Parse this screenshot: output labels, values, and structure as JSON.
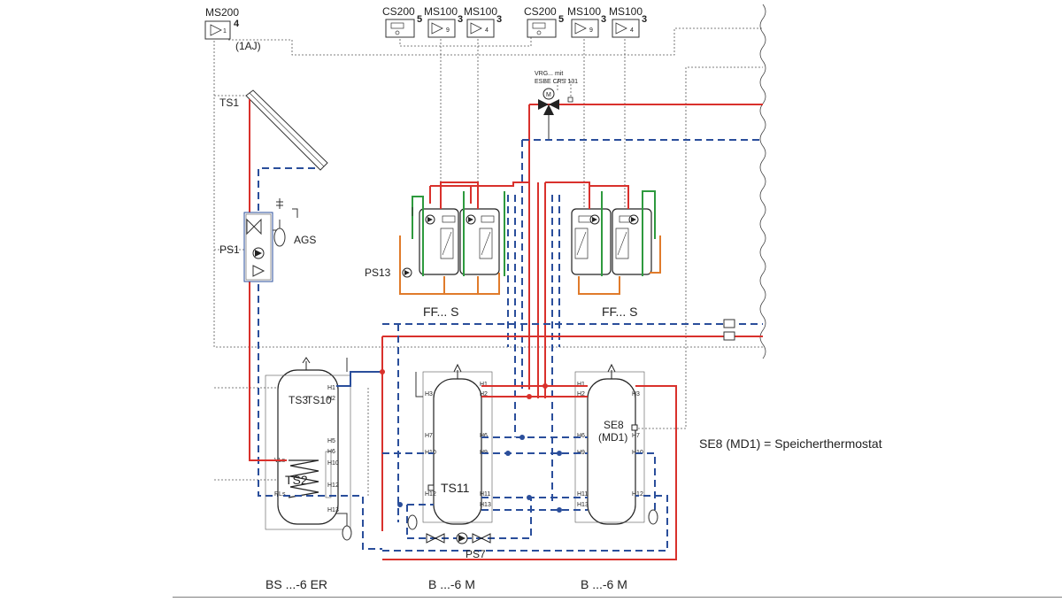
{
  "modules": {
    "ms200": {
      "name": "MS200",
      "slot": "4",
      "inner": "1",
      "sub": "(1AJ)"
    },
    "left": [
      {
        "name": "CS200",
        "slot": "5"
      },
      {
        "name": "MS100",
        "slot": "3",
        "inner": "9"
      },
      {
        "name": "MS100",
        "slot": "3",
        "inner": "4"
      }
    ],
    "right": [
      {
        "name": "CS200",
        "slot": "5"
      },
      {
        "name": "MS100",
        "slot": "3",
        "inner": "9"
      },
      {
        "name": "MS100",
        "slot": "3",
        "inner": "4"
      }
    ]
  },
  "mixer": {
    "line1": "VRG... mit",
    "line2": "ESBE CRS 131",
    "symbol": "M"
  },
  "solar": {
    "ts1": "TS1",
    "ps1": "PS1",
    "ags": "AGS"
  },
  "stations": {
    "left": "FF... S",
    "right": "FF... S",
    "pump": "PS13"
  },
  "tanks": {
    "bs": {
      "caption": "BS ...-6 ER",
      "sensors": [
        "TS3",
        "TS10",
        "TS2"
      ],
      "ports": [
        "H1",
        "H2",
        "H5",
        "H6",
        "H10",
        "H12",
        "H13"
      ],
      "coil": [
        "VLs",
        "RLs"
      ]
    },
    "b1": {
      "caption": "B ...-6 M",
      "sensor": "TS11",
      "left_ports": [
        "H3",
        "H7",
        "H10",
        "H12"
      ],
      "right_ports": [
        "H1",
        "H2",
        "H6",
        "H9",
        "H11",
        "H13"
      ]
    },
    "b2": {
      "caption": "B ...-6 M",
      "sensor1": "SE8",
      "sensor2": "(MD1)",
      "left_ports": [
        "H1",
        "H2",
        "H6",
        "H9",
        "H11",
        "H13"
      ],
      "right_ports": [
        "H3",
        "H7",
        "H10",
        "H12"
      ]
    }
  },
  "pump_ps7": "PS7",
  "note": "SE8 (MD1) = Speicherthermostat",
  "colors": {
    "hot": "#d9312c",
    "cold": "#2a4e9b",
    "dhw": "#e07b2b",
    "green": "#2e9a3e",
    "line": "#333333"
  }
}
